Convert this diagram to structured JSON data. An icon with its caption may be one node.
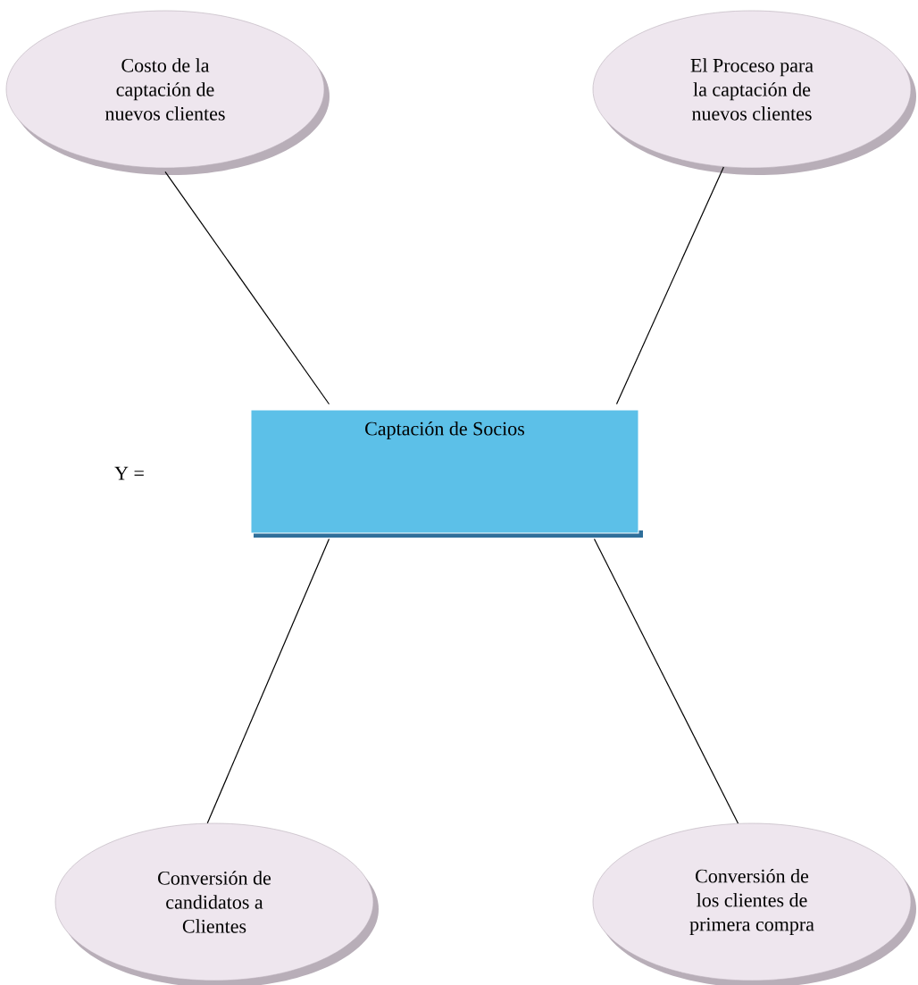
{
  "diagram": {
    "nodes": [
      {
        "text": [
          "Costo de la captación de nuevos clientes"
        ]
      },
      {
        "text": [
          "El Proceso para la captación de nuevos clientes"
        ]
      },
      {
        "text": [
          "Captación de  Socios"
        ]
      },
      {
        "text": [
          "Conversión de candidatos a Clientes"
        ]
      },
      {
        "text": [
          "Conversión de los clientes de primera compra"
        ]
      }
    ],
    "edges": [
      {
        "from": 2,
        "to": 0,
        "arrow": "none"
      },
      {
        "from": 2,
        "to": 1,
        "arrow": "none"
      },
      {
        "from": 2,
        "to": 3,
        "arrow": "none"
      },
      {
        "from": 2,
        "to": 4,
        "arrow": "none"
      }
    ],
    "labels": [
      "Y ="
    ]
  }
}
